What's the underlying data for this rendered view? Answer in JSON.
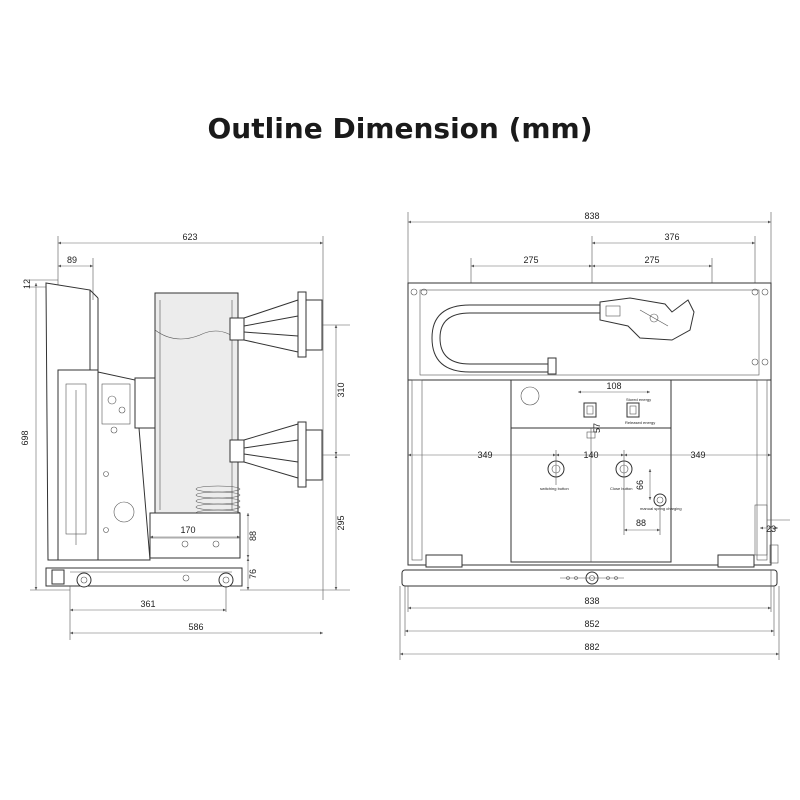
{
  "title": "Outline Dimension (mm)",
  "side_view": {
    "dims": {
      "overall_width": "623",
      "left_offset": "89",
      "top_small": "12",
      "height": "698",
      "contact_spacing": "310",
      "lower_contact_height": "295",
      "cart_width": "170",
      "cart_height": "88",
      "wheel_height": "76",
      "wheel_base": "361",
      "depth": "586"
    }
  },
  "front_view": {
    "dims": {
      "overall_width": "838",
      "right_segment": "376",
      "phase_left": "275",
      "phase_right": "275",
      "panel_width": "108",
      "panel_small": "57",
      "left_side": "349",
      "center": "140",
      "right_side": "349",
      "button_offset": "88",
      "button_height": "66",
      "right_margin": "23",
      "base_838": "838",
      "base_852": "852",
      "base_882": "882"
    },
    "labels": {
      "stored_energy": "Stored energy",
      "released_energy": "Released energy",
      "switching_button": "switching button",
      "close_button": "Close button",
      "spring_charging": "manual spring charging"
    }
  }
}
